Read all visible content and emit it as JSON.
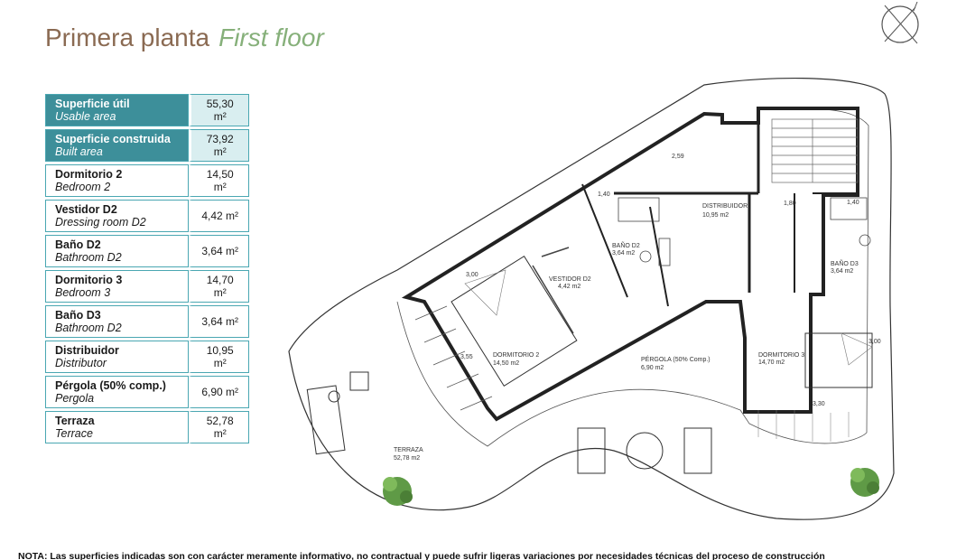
{
  "header": {
    "title_es": "Primera planta",
    "title_en": "First floor"
  },
  "areas": [
    {
      "es": "Superficie útil",
      "en": "Usable area",
      "value": "55,30 m²",
      "highlight": true
    },
    {
      "es": "Superficie construida",
      "en": "Built area",
      "value": "73,92 m²",
      "highlight": true
    },
    {
      "es": "Dormitorio 2",
      "en": "Bedroom 2",
      "value": "14,50 m²",
      "highlight": false
    },
    {
      "es": "Vestidor D2",
      "en": "Dressing room D2",
      "value": "4,42 m²",
      "highlight": false
    },
    {
      "es": "Baño D2",
      "en": "Bathroom D2",
      "value": "3,64 m²",
      "highlight": false
    },
    {
      "es": "Dormitorio 3",
      "en": "Bedroom 3",
      "value": "14,70 m²",
      "highlight": false
    },
    {
      "es": "Baño D3",
      "en": "Bathroom D2",
      "value": "3,64 m²",
      "highlight": false
    },
    {
      "es": "Distribuidor",
      "en": "Distributor",
      "value": "10,95 m²",
      "highlight": false
    },
    {
      "es": "Pérgola (50% comp.)",
      "en": "Pergola",
      "value": "6,90 m²",
      "highlight": false
    },
    {
      "es": "Terraza",
      "en": "Terrace",
      "value": "52,78 m²",
      "highlight": false
    }
  ],
  "plan": {
    "distribuidor": {
      "name": "DISTRIBUIDOR",
      "area": "10,95 m2"
    },
    "bano_d2": {
      "name": "BAÑO D2",
      "area": "3,64 m2"
    },
    "vestidor_d2": {
      "name": "VESTIDOR D2",
      "area": "4,42 m2"
    },
    "bano_d3": {
      "name": "BAÑO D3",
      "area": "3,64 m2"
    },
    "dormitorio_2": {
      "name": "DORMITORIO 2",
      "area": "14,50 m2"
    },
    "pergola": {
      "name": "PÉRGOLA (50% Comp.)",
      "area": "6,90 m2"
    },
    "dormitorio_3": {
      "name": "DORMITORIO 3",
      "area": "14,70 m2"
    },
    "terraza": {
      "name": "TERRAZA",
      "area": "52,78 m2"
    },
    "dims": {
      "d1": "2,59",
      "d2": "1,40",
      "d3": "1,80",
      "d4": "1,40",
      "d5": "3,00",
      "d6": "3,55",
      "d7": "3,30",
      "d8": "3,00"
    }
  },
  "footer": {
    "note": "NOTA: Las superficies indicadas son con carácter meramente informativo, no contractual y puede sufrir ligeras variaciones por necesidades técnicas del proceso de construcción"
  }
}
